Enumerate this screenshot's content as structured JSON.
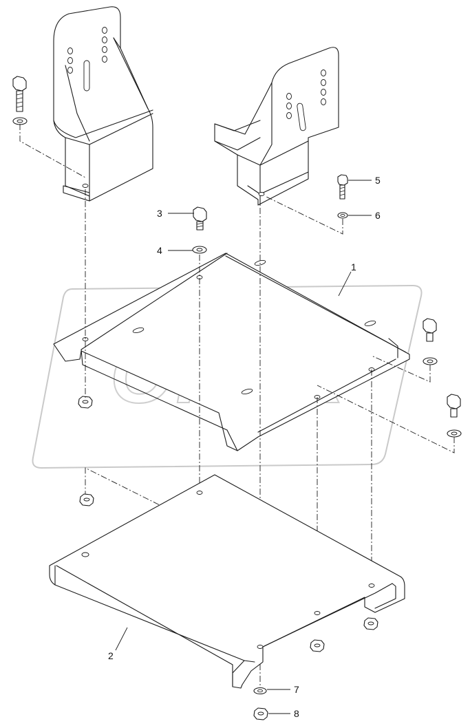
{
  "diagram": {
    "watermark": "OPEX",
    "callouts": [
      {
        "id": "1",
        "text": "1"
      },
      {
        "id": "2",
        "text": "2"
      },
      {
        "id": "3",
        "text": "3"
      },
      {
        "id": "4",
        "text": "4"
      },
      {
        "id": "5",
        "text": "5"
      },
      {
        "id": "6",
        "text": "6"
      },
      {
        "id": "7",
        "text": "7"
      },
      {
        "id": "8",
        "text": "8"
      }
    ],
    "parts": [
      {
        "ref": "1",
        "kind": "upper-mounting-plate"
      },
      {
        "ref": "2",
        "kind": "lower-base-plate"
      },
      {
        "ref": "3",
        "kind": "bolt"
      },
      {
        "ref": "4",
        "kind": "washer"
      },
      {
        "ref": "5",
        "kind": "bolt"
      },
      {
        "ref": "6",
        "kind": "washer"
      },
      {
        "ref": "7",
        "kind": "washer"
      },
      {
        "ref": "8",
        "kind": "nut"
      }
    ]
  }
}
